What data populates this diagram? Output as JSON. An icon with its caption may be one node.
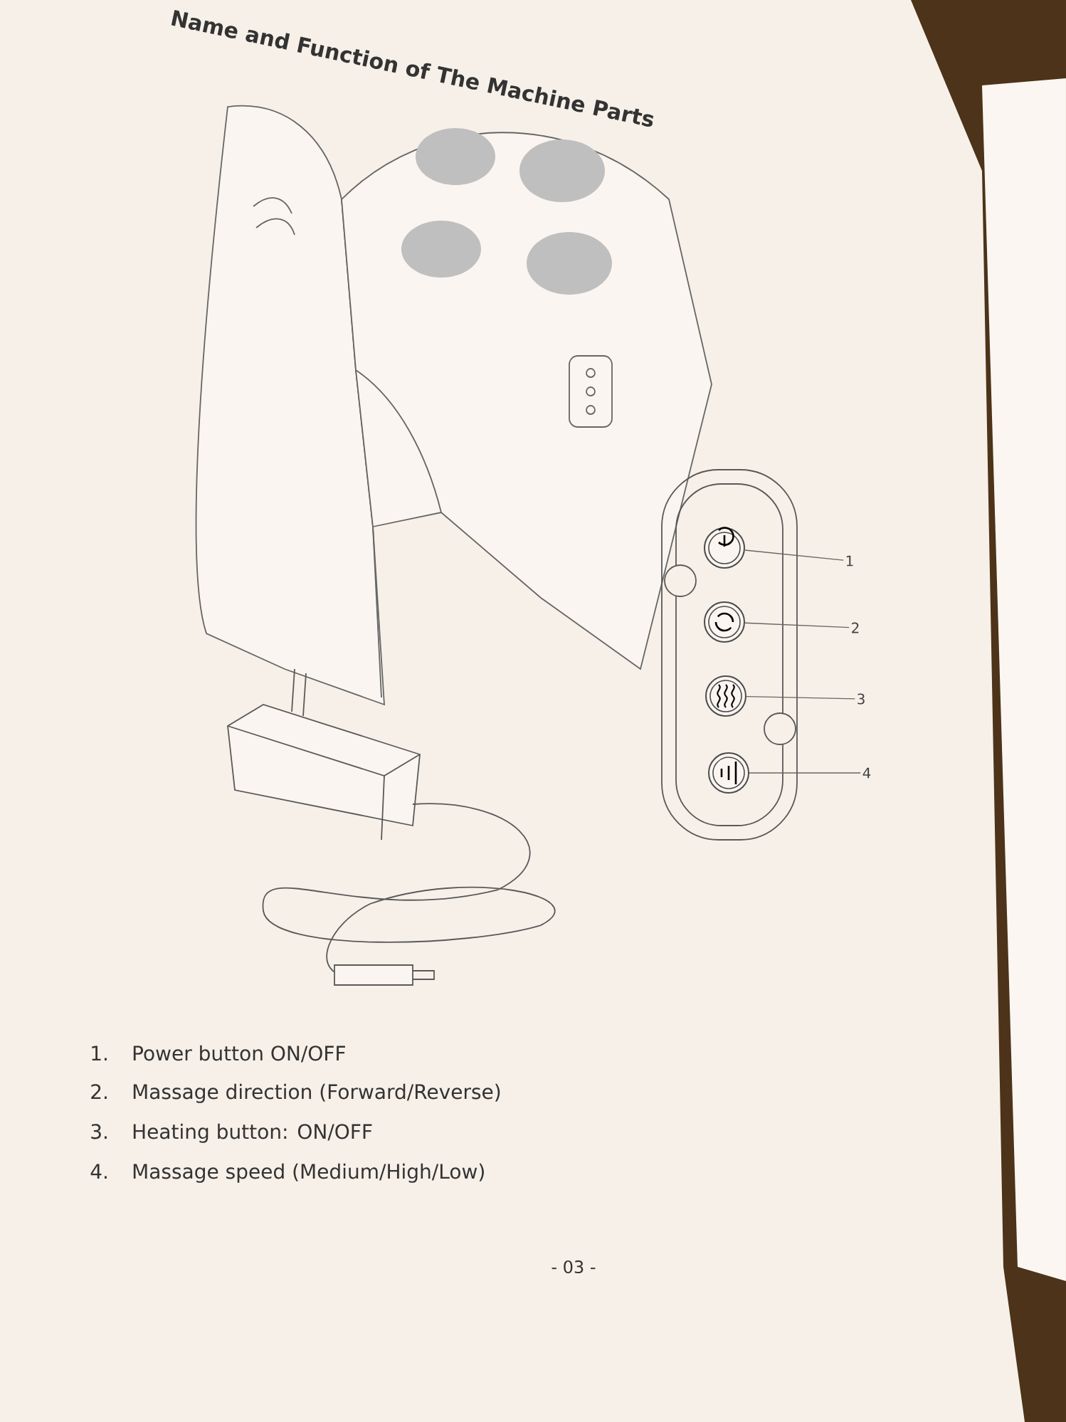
{
  "diagram": {
    "title": "Name and Function of The Machine Parts",
    "nodes": [
      {
        "text": [],
        "shape": "circle"
      },
      {
        "text": [],
        "shape": "circle"
      },
      {
        "text": [],
        "shape": "circle"
      },
      {
        "text": [],
        "shape": "circle"
      },
      {
        "text": [
          "1"
        ]
      },
      {
        "text": [
          "2"
        ]
      },
      {
        "text": [
          "3"
        ]
      },
      {
        "text": [
          "4"
        ]
      }
    ],
    "edges": [
      {
        "from": 4,
        "to": 0,
        "arrow": "none"
      },
      {
        "from": 5,
        "to": 1,
        "arrow": "none"
      },
      {
        "from": 6,
        "to": 2,
        "arrow": "none"
      },
      {
        "from": 7,
        "to": 3,
        "arrow": "none"
      }
    ],
    "labels": [
      "1.",
      "Power button ON/OFF",
      "2.",
      "Massage direction (Forward/Reverse)",
      "3.",
      "Heating button: ON/OFF",
      "4.",
      "Massage speed (Medium/High/Low)",
      "- 03 -"
    ]
  }
}
